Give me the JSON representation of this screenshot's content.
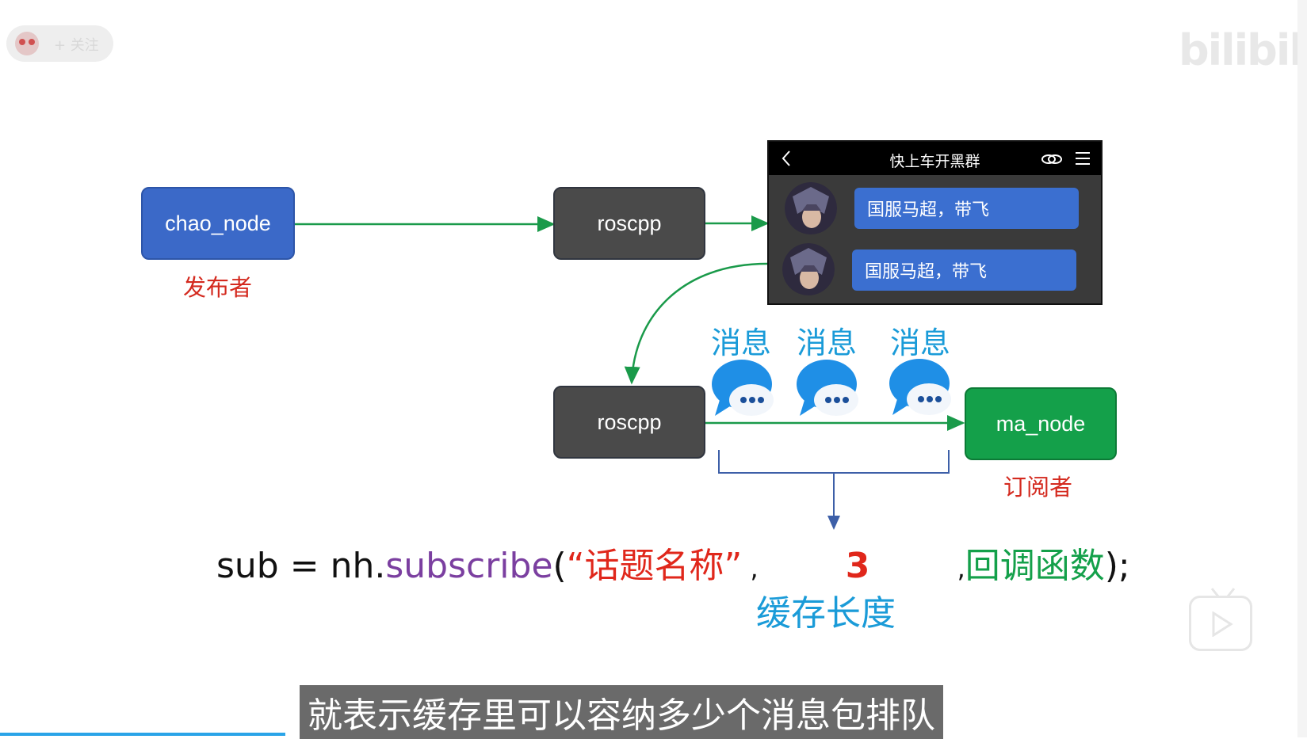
{
  "player": {
    "follow_label": "+ 关注",
    "logo": "bilibili",
    "progress_fraction": 0.22
  },
  "diagram": {
    "publisher_node": "chao_node",
    "publisher_role": "发布者",
    "roscpp_top": "roscpp",
    "roscpp_bottom": "roscpp",
    "subscriber_node": "ma_node",
    "subscriber_role": "订阅者",
    "message_labels": [
      "消息",
      "消息",
      "消息"
    ],
    "chat": {
      "title": "快上车开黑群",
      "messages": [
        "国服马超，带飞",
        "国服马超，带飞"
      ]
    }
  },
  "code": {
    "prefix": "sub = nh.",
    "method": "subscribe",
    "open": "(",
    "topic": "“话题名称”",
    "comma1": " , ",
    "queue": "3",
    "comma2": " ,",
    "callback": "回调函数",
    "close": ");",
    "queue_caption": "缓存长度"
  },
  "subtitle": "就表示缓存里可以容纳多少个消息包排队",
  "colors": {
    "arrow": "#1a9a4a",
    "method": "#7b3fa0",
    "topic": "#e0271b",
    "callback": "#14a04a",
    "caption": "#1a9bd8"
  }
}
